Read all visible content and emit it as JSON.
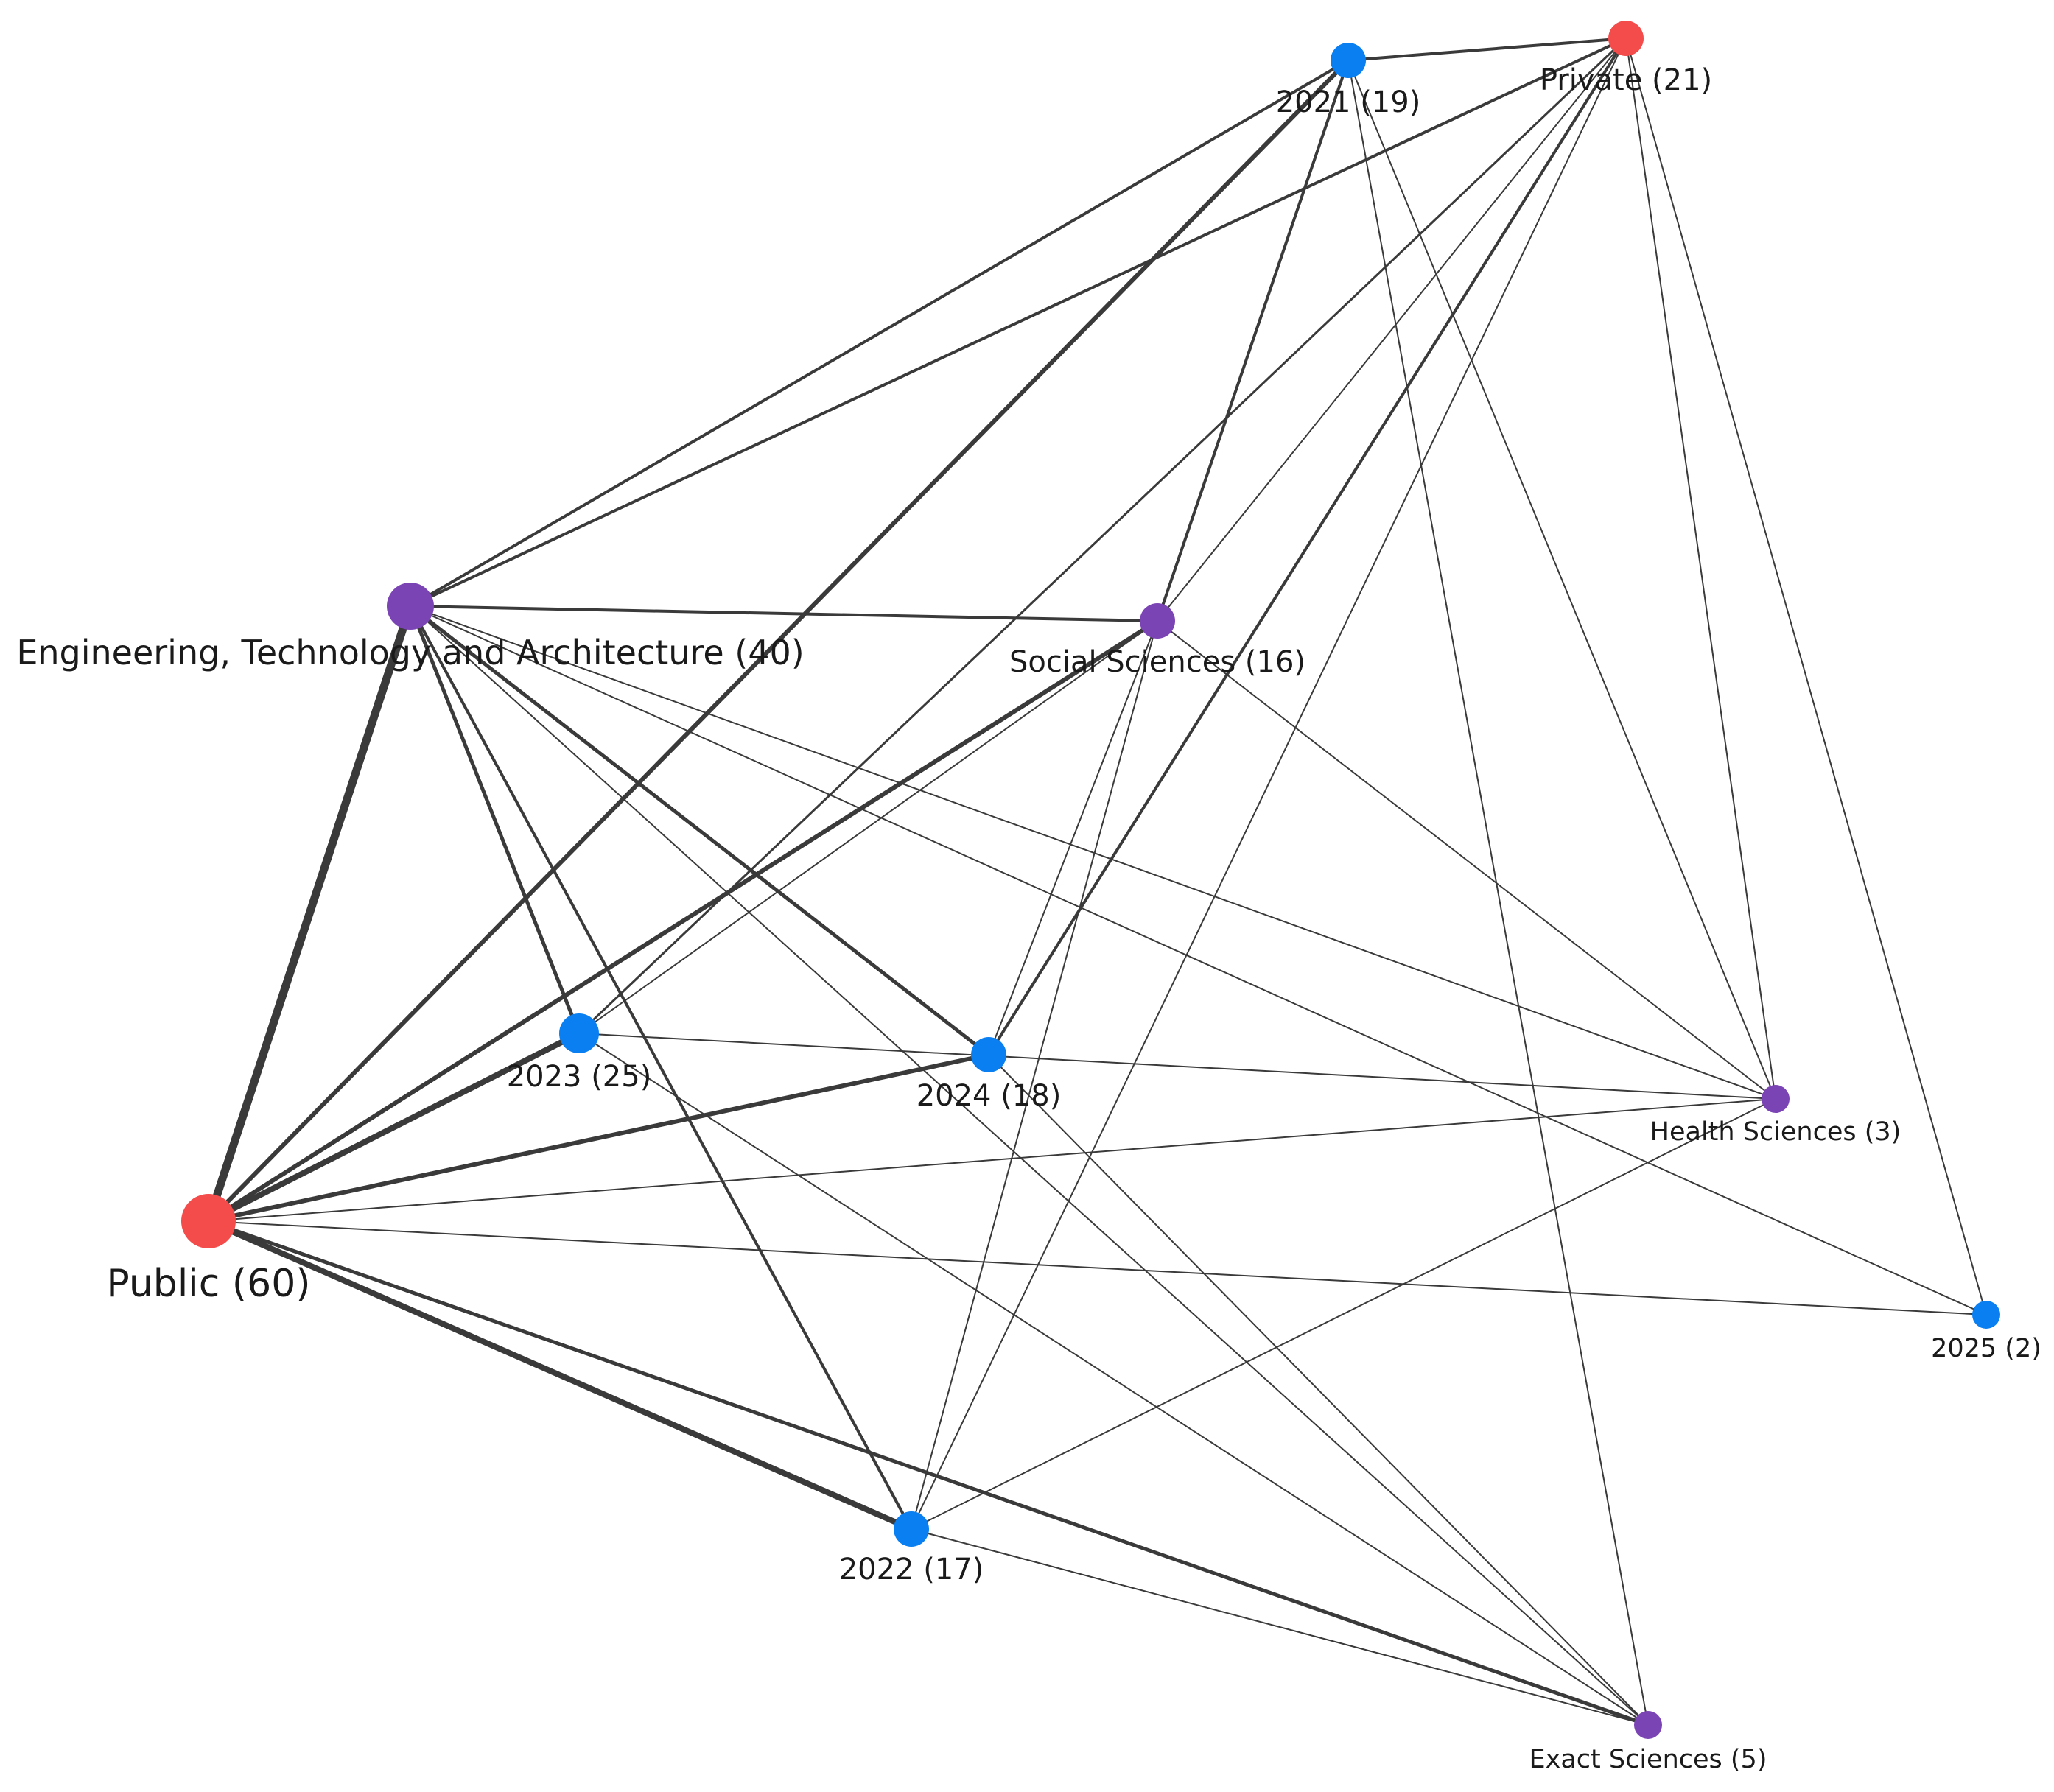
{
  "graph": {
    "colors": {
      "institution": "#f44b4b",
      "year": "#0a7ff2",
      "area": "#7b44b5",
      "edge": "#3a3a3a"
    },
    "nodes": [
      {
        "id": "public",
        "label": "Public (60)",
        "kind": "institution",
        "count": 60
      },
      {
        "id": "private",
        "label": "Private (21)",
        "kind": "institution",
        "count": 21
      },
      {
        "id": "y2021",
        "label": "2021 (19)",
        "kind": "year",
        "count": 19
      },
      {
        "id": "y2022",
        "label": "2022 (17)",
        "kind": "year",
        "count": 17
      },
      {
        "id": "y2023",
        "label": "2023 (25)",
        "kind": "year",
        "count": 25
      },
      {
        "id": "y2024",
        "label": "2024 (18)",
        "kind": "year",
        "count": 18
      },
      {
        "id": "y2025",
        "label": "2025 (2)",
        "kind": "year",
        "count": 2
      },
      {
        "id": "eng",
        "label": "Engineering, Technology and Architecture (40)",
        "kind": "area",
        "count": 40
      },
      {
        "id": "soc",
        "label": "Social Sciences (16)",
        "kind": "area",
        "count": 16
      },
      {
        "id": "hea",
        "label": "Health Sciences (3)",
        "kind": "area",
        "count": 3
      },
      {
        "id": "exa",
        "label": "Exact Sciences (5)",
        "kind": "area",
        "count": 5
      }
    ],
    "edges": [
      {
        "source": "public",
        "target": "eng",
        "weight": 11
      },
      {
        "source": "public",
        "target": "y2023",
        "weight": 8
      },
      {
        "source": "public",
        "target": "y2022",
        "weight": 8
      },
      {
        "source": "public",
        "target": "y2021",
        "weight": 6
      },
      {
        "source": "public",
        "target": "soc",
        "weight": 6
      },
      {
        "source": "public",
        "target": "y2024",
        "weight": 6
      },
      {
        "source": "public",
        "target": "exa",
        "weight": 5
      },
      {
        "source": "public",
        "target": "hea",
        "weight": 2
      },
      {
        "source": "public",
        "target": "y2025",
        "weight": 2
      },
      {
        "source": "private",
        "target": "y2021",
        "weight": 4
      },
      {
        "source": "private",
        "target": "eng",
        "weight": 4
      },
      {
        "source": "private",
        "target": "y2023",
        "weight": 3
      },
      {
        "source": "private",
        "target": "y2024",
        "weight": 4
      },
      {
        "source": "private",
        "target": "soc",
        "weight": 2
      },
      {
        "source": "private",
        "target": "y2022",
        "weight": 2
      },
      {
        "source": "private",
        "target": "hea",
        "weight": 2
      },
      {
        "source": "private",
        "target": "y2025",
        "weight": 2
      },
      {
        "source": "eng",
        "target": "y2021",
        "weight": 4
      },
      {
        "source": "eng",
        "target": "soc",
        "weight": 4
      },
      {
        "source": "eng",
        "target": "y2023",
        "weight": 5
      },
      {
        "source": "eng",
        "target": "y2024",
        "weight": 5
      },
      {
        "source": "eng",
        "target": "y2022",
        "weight": 4
      },
      {
        "source": "eng",
        "target": "exa",
        "weight": 2
      },
      {
        "source": "eng",
        "target": "hea",
        "weight": 2
      },
      {
        "source": "eng",
        "target": "y2025",
        "weight": 2
      },
      {
        "source": "soc",
        "target": "y2021",
        "weight": 4
      },
      {
        "source": "soc",
        "target": "y2023",
        "weight": 2
      },
      {
        "source": "soc",
        "target": "y2024",
        "weight": 2
      },
      {
        "source": "soc",
        "target": "y2022",
        "weight": 2
      },
      {
        "source": "soc",
        "target": "hea",
        "weight": 2
      },
      {
        "source": "y2021",
        "target": "hea",
        "weight": 2
      },
      {
        "source": "y2021",
        "target": "exa",
        "weight": 2
      },
      {
        "source": "y2023",
        "target": "hea",
        "weight": 2
      },
      {
        "source": "y2023",
        "target": "exa",
        "weight": 2
      },
      {
        "source": "y2024",
        "target": "exa",
        "weight": 2
      },
      {
        "source": "y2022",
        "target": "hea",
        "weight": 2
      },
      {
        "source": "y2022",
        "target": "exa",
        "weight": 2
      }
    ]
  }
}
